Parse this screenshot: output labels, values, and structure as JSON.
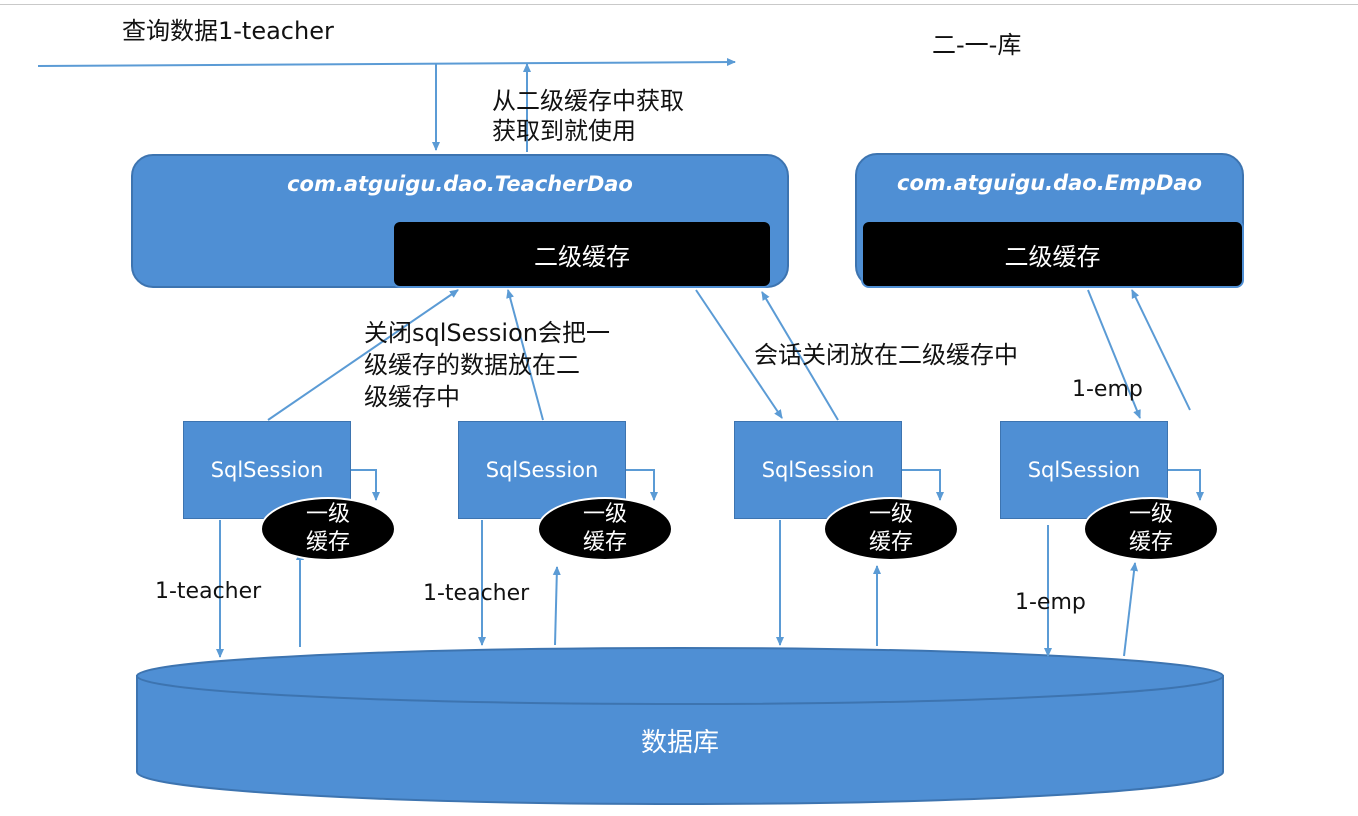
{
  "top": {
    "query_label": "查询数据1-teacher",
    "namespace_label": "二-一-库",
    "get_label_line1": "从二级缓存中获取",
    "get_label_line2": "获取到就使用"
  },
  "daos": [
    {
      "name": "com.atguigu.dao.TeacherDao",
      "cache": "二级缓存"
    },
    {
      "name": "com.atguigu.dao.EmpDao",
      "cache": "二级缓存"
    }
  ],
  "notes": {
    "close_session_line1": "关闭sqlSession会把一",
    "close_session_line2": "级缓存的数据放在二",
    "close_session_line3": "级缓存中",
    "session_close_put": "会话关闭放在二级缓存中"
  },
  "sessions": [
    {
      "label": "SqlSession",
      "cache_line1": "一级",
      "cache_line2": "缓存",
      "edge_label": "1-teacher"
    },
    {
      "label": "SqlSession",
      "cache_line1": "一级",
      "cache_line2": "缓存",
      "edge_label": "1-teacher"
    },
    {
      "label": "SqlSession",
      "cache_line1": "一级",
      "cache_line2": "缓存",
      "edge_label": ""
    },
    {
      "label": "SqlSession",
      "cache_line1": "一级",
      "cache_line2": "缓存",
      "edge_label": "1-emp"
    }
  ],
  "emp_top_label": "1-emp",
  "database": {
    "label": "数据库"
  },
  "colors": {
    "box": "#4f8fd4",
    "arrow": "#5b9bd5",
    "cache": "#000000"
  }
}
